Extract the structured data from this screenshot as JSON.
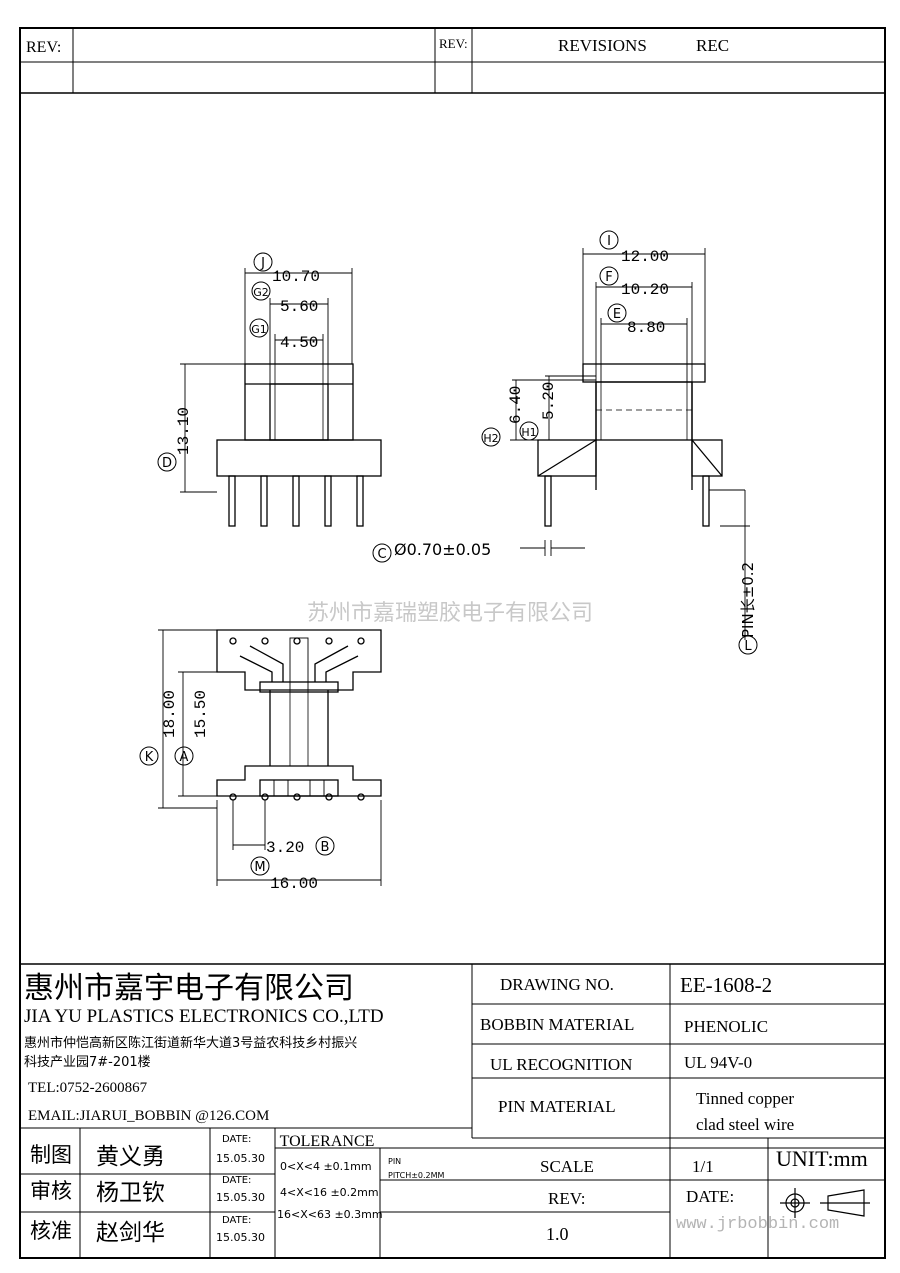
{
  "revision_block": {
    "rev_label_left": "REV:",
    "rev_label_right": "REV:",
    "revisions_label": "REVISIONS",
    "rec_label": "REC"
  },
  "watermark": "苏州市嘉瑞塑胶电子有限公司",
  "website": "www.jrbobbin.com",
  "dimensions": {
    "J": "10.70",
    "G2": "5.60",
    "G1": "4.50",
    "D": "13.10",
    "I": "12.00",
    "F": "10.20",
    "E": "8.80",
    "H2": "6.40",
    "H1": "5.20",
    "C": "Ø0.70±0.05",
    "L": "PIN长±0.2",
    "K": "18.00",
    "A": "15.50",
    "B": "3.20",
    "M": "16.00"
  },
  "callouts": {
    "J": "J",
    "G2": "G2",
    "G1": "G1",
    "D": "D",
    "I": "I",
    "F": "F",
    "E": "E",
    "H2": "H2",
    "H1": "H1",
    "C": "C",
    "L": "L",
    "K": "K",
    "A": "A",
    "B": "B",
    "M": "M"
  },
  "title_block": {
    "company_cn": "惠州市嘉宇电子有限公司",
    "company_en": "JIA YU PLASTICS ELECTRONICS CO.,LTD",
    "address_line1": "惠州市仲恺高新区陈江街道新华大道3号益农科技乡村振兴",
    "address_line2": "科技产业园7#-201楼",
    "tel": "TEL:0752-2600867",
    "email": "EMAIL:JIARUI_BOBBIN @126.COM",
    "drawing_no_label": "DRAWING  NO.",
    "drawing_no": "EE-1608-2",
    "bobbin_material_label": "BOBBIN  MATERIAL",
    "bobbin_material": "PHENOLIC",
    "ul_label": "UL RECOGNITION",
    "ul_value": "UL 94V-0",
    "pin_material_label": "PIN MATERIAL",
    "pin_material_line1": "Tinned copper",
    "pin_material_line2": "clad steel wire",
    "scale_label": "SCALE",
    "scale_value": "1/1",
    "unit": "UNIT:mm",
    "rev_label": "REV:",
    "rev_value": "1.0",
    "date_label": "DATE:",
    "tolerance_label": "TOLERANCE",
    "tol_row1": "0<X<4  ±0.1mm",
    "tol_row2": "4<X<16 ±0.2mm",
    "tol_row3": "16<X<63 ±0.3mm",
    "pin_label": "PIN",
    "pin_pitch": "PITCH±0.2MM",
    "rows": [
      {
        "role": "制图",
        "name": "黄义勇",
        "date_label": "DATE:",
        "date": "15.05.30"
      },
      {
        "role": "审核",
        "name": "杨卫钦",
        "date_label": "DATE:",
        "date": "15.05.30"
      },
      {
        "role": "核准",
        "name": "赵剑华",
        "date_label": "DATE:",
        "date": "15.05.30"
      }
    ]
  }
}
